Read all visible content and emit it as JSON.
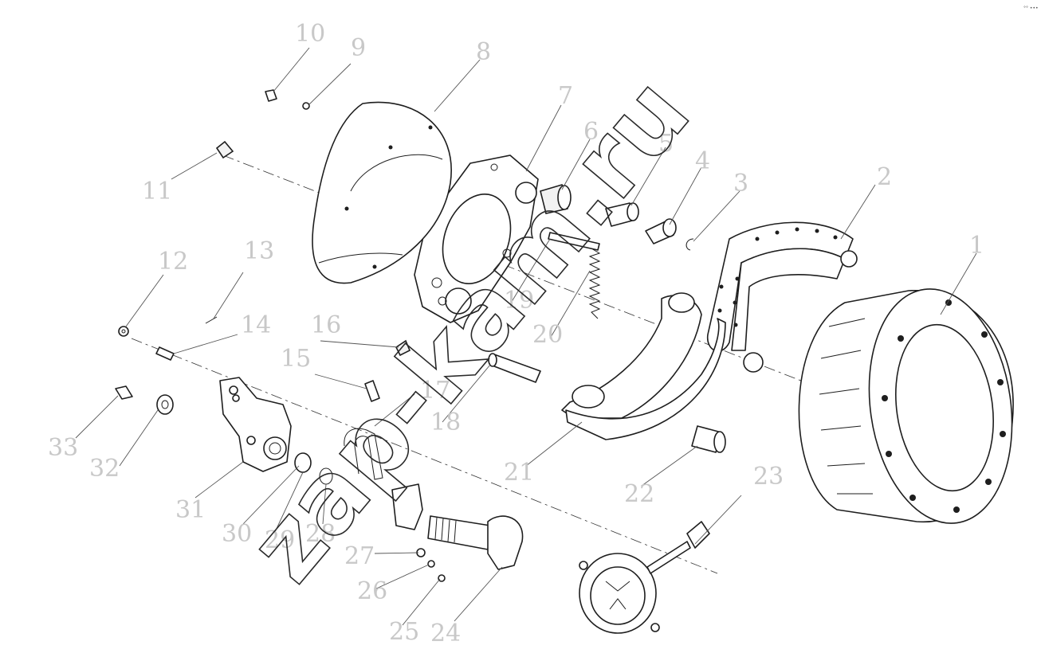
{
  "watermark": "zap-kam.ru",
  "corner_mark": "°° •••",
  "labels": [
    {
      "id": "1",
      "text": "1"
    },
    {
      "id": "2",
      "text": "2"
    },
    {
      "id": "3",
      "text": "3"
    },
    {
      "id": "4",
      "text": "4"
    },
    {
      "id": "5",
      "text": "5"
    },
    {
      "id": "6",
      "text": "6"
    },
    {
      "id": "7",
      "text": "7"
    },
    {
      "id": "8",
      "text": "8"
    },
    {
      "id": "9",
      "text": "9"
    },
    {
      "id": "10",
      "text": "10"
    },
    {
      "id": "11",
      "text": "11"
    },
    {
      "id": "12",
      "text": "12"
    },
    {
      "id": "13",
      "text": "13"
    },
    {
      "id": "14",
      "text": "14"
    },
    {
      "id": "15",
      "text": "15"
    },
    {
      "id": "16",
      "text": "16"
    },
    {
      "id": "17",
      "text": "17"
    },
    {
      "id": "18",
      "text": "18"
    },
    {
      "id": "19",
      "text": "19"
    },
    {
      "id": "20",
      "text": "20"
    },
    {
      "id": "21",
      "text": "21"
    },
    {
      "id": "22",
      "text": "22"
    },
    {
      "id": "23",
      "text": "23"
    },
    {
      "id": "24",
      "text": "24"
    },
    {
      "id": "25",
      "text": "25"
    },
    {
      "id": "26",
      "text": "26"
    },
    {
      "id": "27",
      "text": "27"
    },
    {
      "id": "28",
      "text": "28"
    },
    {
      "id": "29",
      "text": "29"
    },
    {
      "id": "30",
      "text": "30"
    },
    {
      "id": "31",
      "text": "31"
    },
    {
      "id": "32",
      "text": "32"
    },
    {
      "id": "33",
      "text": "33"
    }
  ]
}
